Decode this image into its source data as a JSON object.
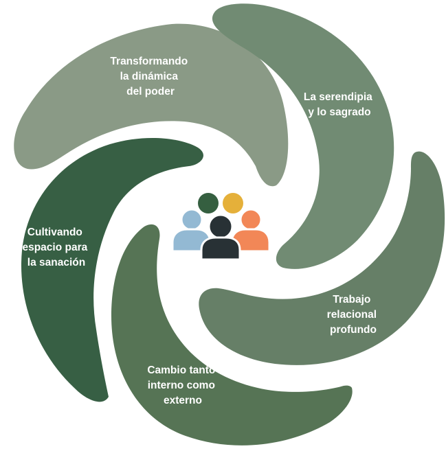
{
  "diagram": {
    "type": "pinwheel-cycle",
    "center_icon": "people-group-icon",
    "segments": [
      {
        "id": "transformando",
        "lines": [
          "Transformando",
          "la dinámica",
          "del poder"
        ],
        "color": "#8a9a86"
      },
      {
        "id": "serendipia",
        "lines": [
          "La serendipia",
          "y lo sagrado"
        ],
        "color": "#718b73"
      },
      {
        "id": "trabajo",
        "lines": [
          "Trabajo",
          "relacional",
          "profundo"
        ],
        "color": "#667f67"
      },
      {
        "id": "cambio",
        "lines": [
          "Cambio tanto",
          "interno como",
          "externo"
        ],
        "color": "#567455"
      },
      {
        "id": "cultivando",
        "lines": [
          "Cultivando",
          "espacio para",
          "la sanación"
        ],
        "color": "#375f44"
      }
    ],
    "people_colors": {
      "top_left": "#355f40",
      "top_right": "#e5b03a",
      "left": "#93b9d3",
      "center": "#283135",
      "right": "#f28757"
    }
  }
}
